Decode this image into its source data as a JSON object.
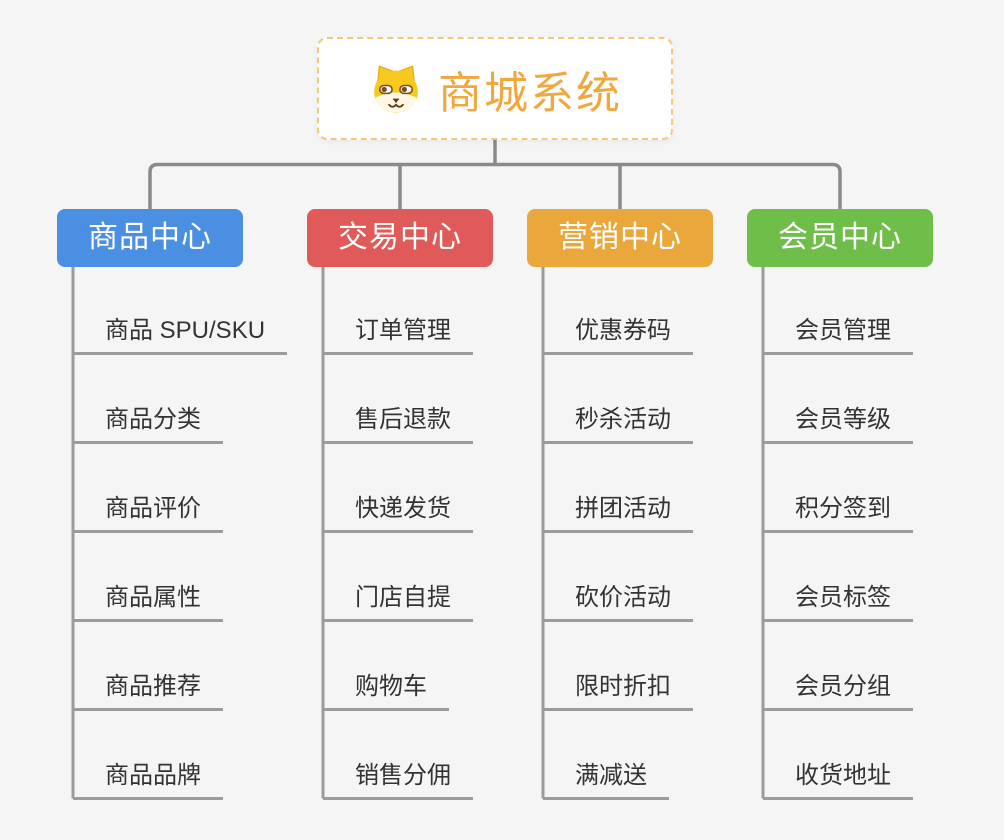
{
  "root": {
    "title": "商城系统",
    "icon": "dog-face-icon",
    "title_color": "#F0A73E",
    "border_color": "#F5C879"
  },
  "connector_color": "#8A8A8A",
  "spine_color": "#9C9C9C",
  "branches": [
    {
      "label": "商品中心",
      "color": "#4A8FE2",
      "items": [
        "商品 SPU/SKU",
        "商品分类",
        "商品评价",
        "商品属性",
        "商品推荐",
        "商品品牌"
      ]
    },
    {
      "label": "交易中心",
      "color": "#E15A5A",
      "items": [
        "订单管理",
        "售后退款",
        "快递发货",
        "门店自提",
        "购物车",
        "销售分佣"
      ]
    },
    {
      "label": "营销中心",
      "color": "#EAA83C",
      "items": [
        "优惠券码",
        "秒杀活动",
        "拼团活动",
        "砍价活动",
        "限时折扣",
        "满减送"
      ]
    },
    {
      "label": "会员中心",
      "color": "#6FBE4A",
      "items": [
        "会员管理",
        "会员等级",
        "积分签到",
        "会员标签",
        "会员分组",
        "收货地址"
      ]
    }
  ]
}
